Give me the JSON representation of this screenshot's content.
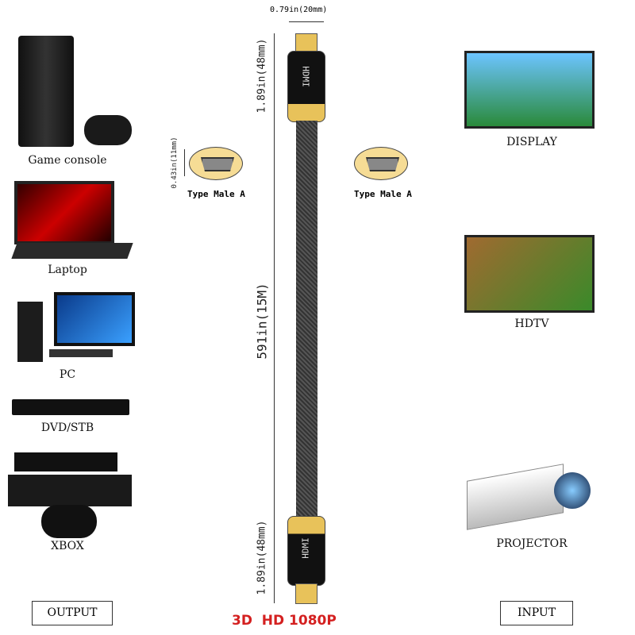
{
  "left_devices": [
    {
      "label": "Game console",
      "icon": "game-console-icon"
    },
    {
      "label": "Laptop",
      "icon": "laptop-icon"
    },
    {
      "label": "PC",
      "icon": "pc-icon"
    },
    {
      "label": "DVD/STB",
      "icon": "dvd-player-icon"
    },
    {
      "label": "XBOX",
      "icon": "xbox-icon"
    }
  ],
  "right_devices": [
    {
      "label": "DISPLAY",
      "icon": "display-icon"
    },
    {
      "label": "HDTV",
      "icon": "hdtv-icon"
    },
    {
      "label": "PROJECTOR",
      "icon": "projector-icon"
    }
  ],
  "cable": {
    "width_dim": "0.79in(20mm)",
    "connector_len_top": "1.89in(48mm)",
    "connector_len_bottom": "1.89in(48mm)",
    "cable_len": "591in(15M)",
    "plug_height": "0.43in(11mm)",
    "plug_left": "Type Male A",
    "plug_right": "Type Male A",
    "brand": "HDMI"
  },
  "output_label": "OUTPUT",
  "input_label": "INPUT",
  "tagline": "3D  HD 1080P",
  "colors": {
    "gold": "#e8c25a",
    "tagline": "#d42020",
    "cable": "#3a3a3a"
  }
}
